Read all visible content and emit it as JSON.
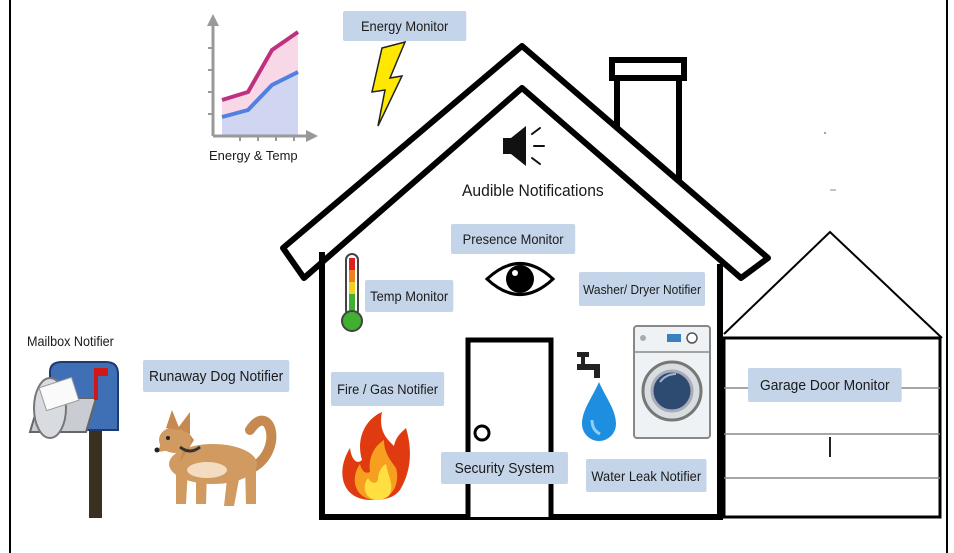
{
  "labels": {
    "energy_monitor": "Energy Monitor",
    "energy_temp": "Energy & Temp",
    "audible_notifications": "Audible Notifications",
    "presence_monitor": "Presence Monitor",
    "temp_monitor": "Temp Monitor",
    "washer_dryer_notifier": "Washer/ Dryer Notifier",
    "mailbox_notifier": "Mailbox Notifier",
    "runaway_dog_notifier": "Runaway Dog Notifier",
    "fire_gas_notifier": "Fire / Gas Notifier",
    "garage_door_monitor": "Garage Door Monitor",
    "security_system": "Security System",
    "water_leak_notifier": "Water Leak Notifier"
  },
  "colors": {
    "label_background": "#c5d5e9",
    "outline": "#000000",
    "bolt": "#ffe800",
    "chart_line_upper": "#c03080",
    "chart_line_lower": "#5080e0"
  },
  "icons": [
    "line-chart-icon",
    "lightning-bolt-icon",
    "speaker-icon",
    "eye-icon",
    "thermometer-icon",
    "faucet-icon",
    "water-drop-icon",
    "washing-machine-icon",
    "mailbox-icon",
    "dog-icon",
    "flame-icon"
  ]
}
